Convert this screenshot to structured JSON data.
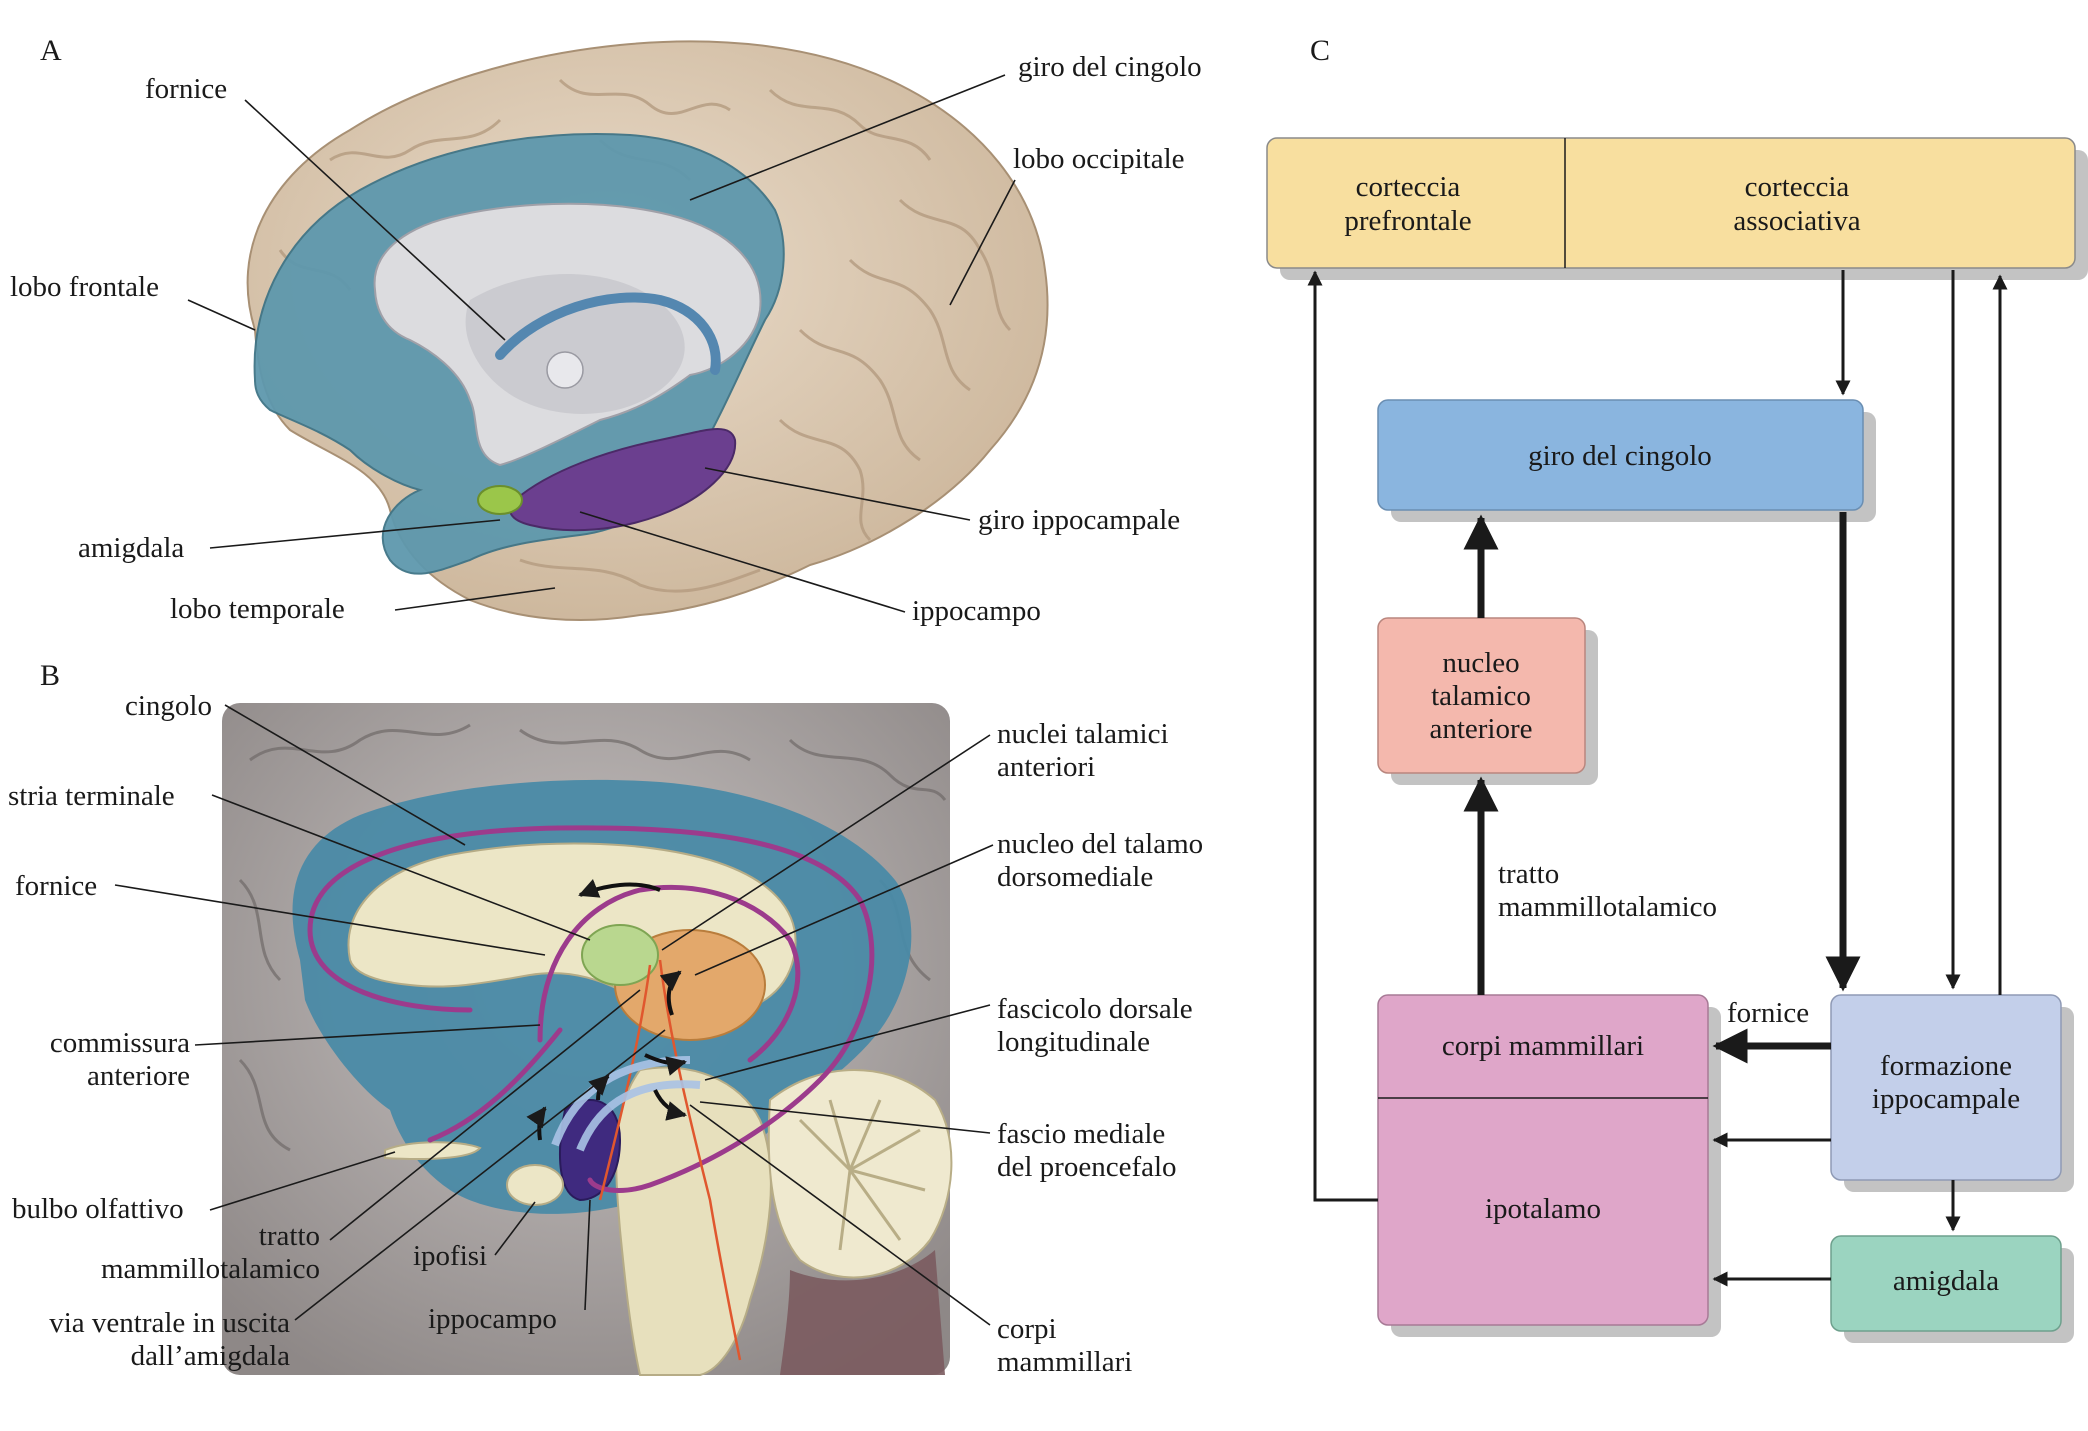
{
  "panels": {
    "a": "A",
    "b": "B",
    "c": "C"
  },
  "panel_a": {
    "fornice": "fornice",
    "giro_cingolo": "giro del cingolo",
    "lobo_occipitale": "lobo occipitale",
    "lobo_frontale": "lobo frontale",
    "amigdala": "amigdala",
    "giro_ippocampale": "giro ippocampale",
    "lobo_temporale": "lobo temporale",
    "ippocampo": "ippocampo"
  },
  "panel_b": {
    "cingolo": "cingolo",
    "stria_terminale": "stria terminale",
    "fornice": "fornice",
    "commissura_1": "commissura",
    "commissura_2": "anteriore",
    "bulbo_olfattivo": "bulbo olfattivo",
    "tratto_1": "tratto",
    "tratto_2": "mammillotalamico",
    "via_ventrale_1": "via ventrale in uscita",
    "via_ventrale_2": "dall’amigdala",
    "ipofisi": "ipofisi",
    "ippocampo": "ippocampo",
    "nuclei_talamici_1": "nuclei talamici",
    "nuclei_talamici_2": "anteriori",
    "nucleo_talamo_1": "nucleo del talamo",
    "nucleo_talamo_2": "dorsomediale",
    "fascicolo_1": "fascicolo dorsale",
    "fascicolo_2": "longitudinale",
    "fascio_1": "fascio mediale",
    "fascio_2": "del proencefalo",
    "corpi_1": "corpi",
    "corpi_2": "mammillari"
  },
  "panel_c": {
    "corteccia_prefrontale_1": "corteccia",
    "corteccia_prefrontale_2": "prefrontale",
    "corteccia_associativa_1": "corteccia",
    "corteccia_associativa_2": "associativa",
    "giro_cingolo": "giro del cingolo",
    "nucleo_talamico_1": "nucleo",
    "nucleo_talamico_2": "talamico",
    "nucleo_talamico_3": "anteriore",
    "tratto_1": "tratto",
    "tratto_2": "mammillotalamico",
    "fornice": "fornice",
    "corpi_mammillari": "corpi mammillari",
    "ipotalamo": "ipotalamo",
    "formazione_1": "formazione",
    "formazione_2": "ippocampale",
    "amigdala": "amigdala"
  },
  "colors": {
    "cortex_box": "#f8df9f",
    "cingulate_box": "#8ab5df",
    "thalamic_box": "#f4b8ad",
    "hypothalamus_box": "#dfa6c9",
    "hippocampal_box": "#c3cfea",
    "amygdala_box": "#9bd4c0",
    "limbic_blue": "#5e98ad",
    "brain_tan": "#dccbb5",
    "hippocampus_purple": "#6b3f8f",
    "tract_magenta": "#9c3b8c"
  }
}
